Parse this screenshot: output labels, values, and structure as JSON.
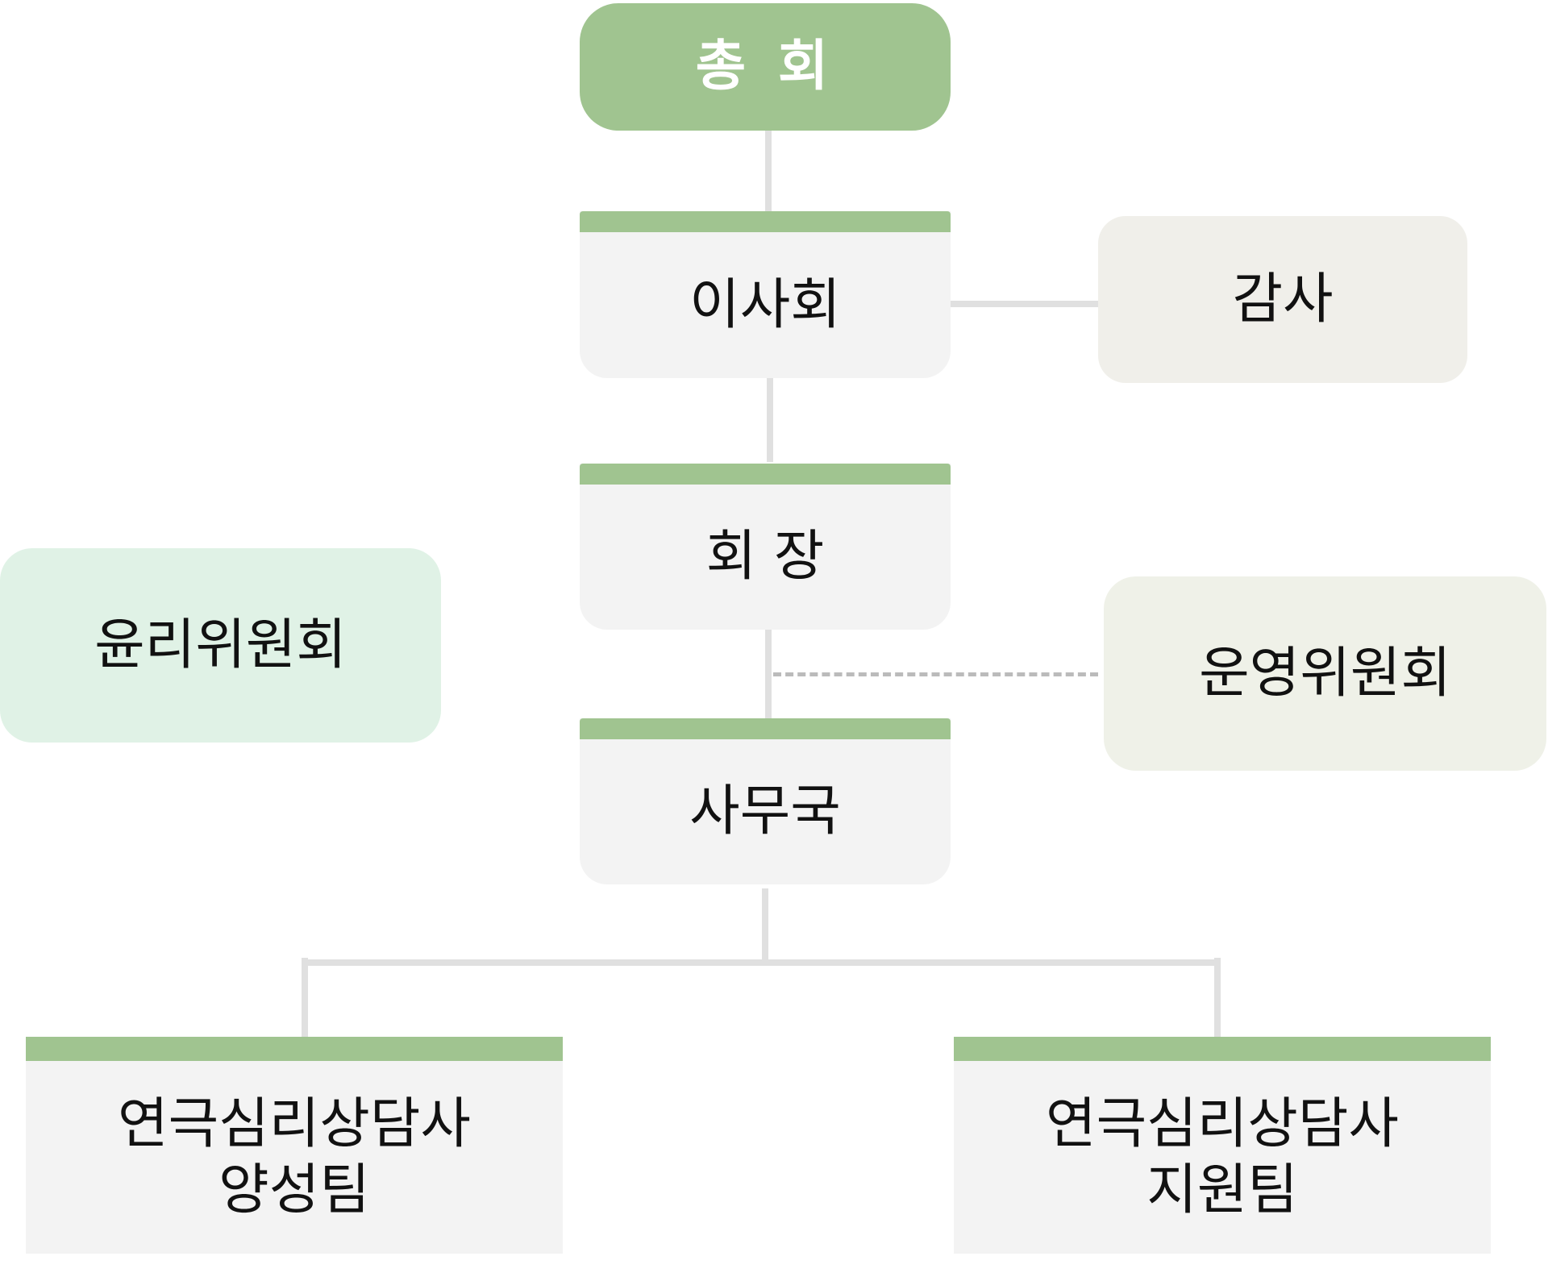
{
  "nodes": {
    "general_assembly": "총 회",
    "board": "이사회",
    "auditor": "감사",
    "president": "회 장",
    "ethics_committee": "윤리위원회",
    "steering_committee": "운영위원회",
    "secretariat": "사무국",
    "training_team": {
      "line1": "연극심리상담사",
      "line2": "양성팀"
    },
    "support_team": {
      "line1": "연극심리상담사",
      "line2": "지원팀"
    }
  },
  "colors": {
    "accent_green": "#a0c490",
    "card_bg": "#f3f3f3",
    "auditor_bg": "#f0efea",
    "ethics_bg": "#e0f2e6",
    "steering_bg": "#eff1e8",
    "connector": "#e0e0e0",
    "dashed_connector": "#bbbbbb"
  }
}
